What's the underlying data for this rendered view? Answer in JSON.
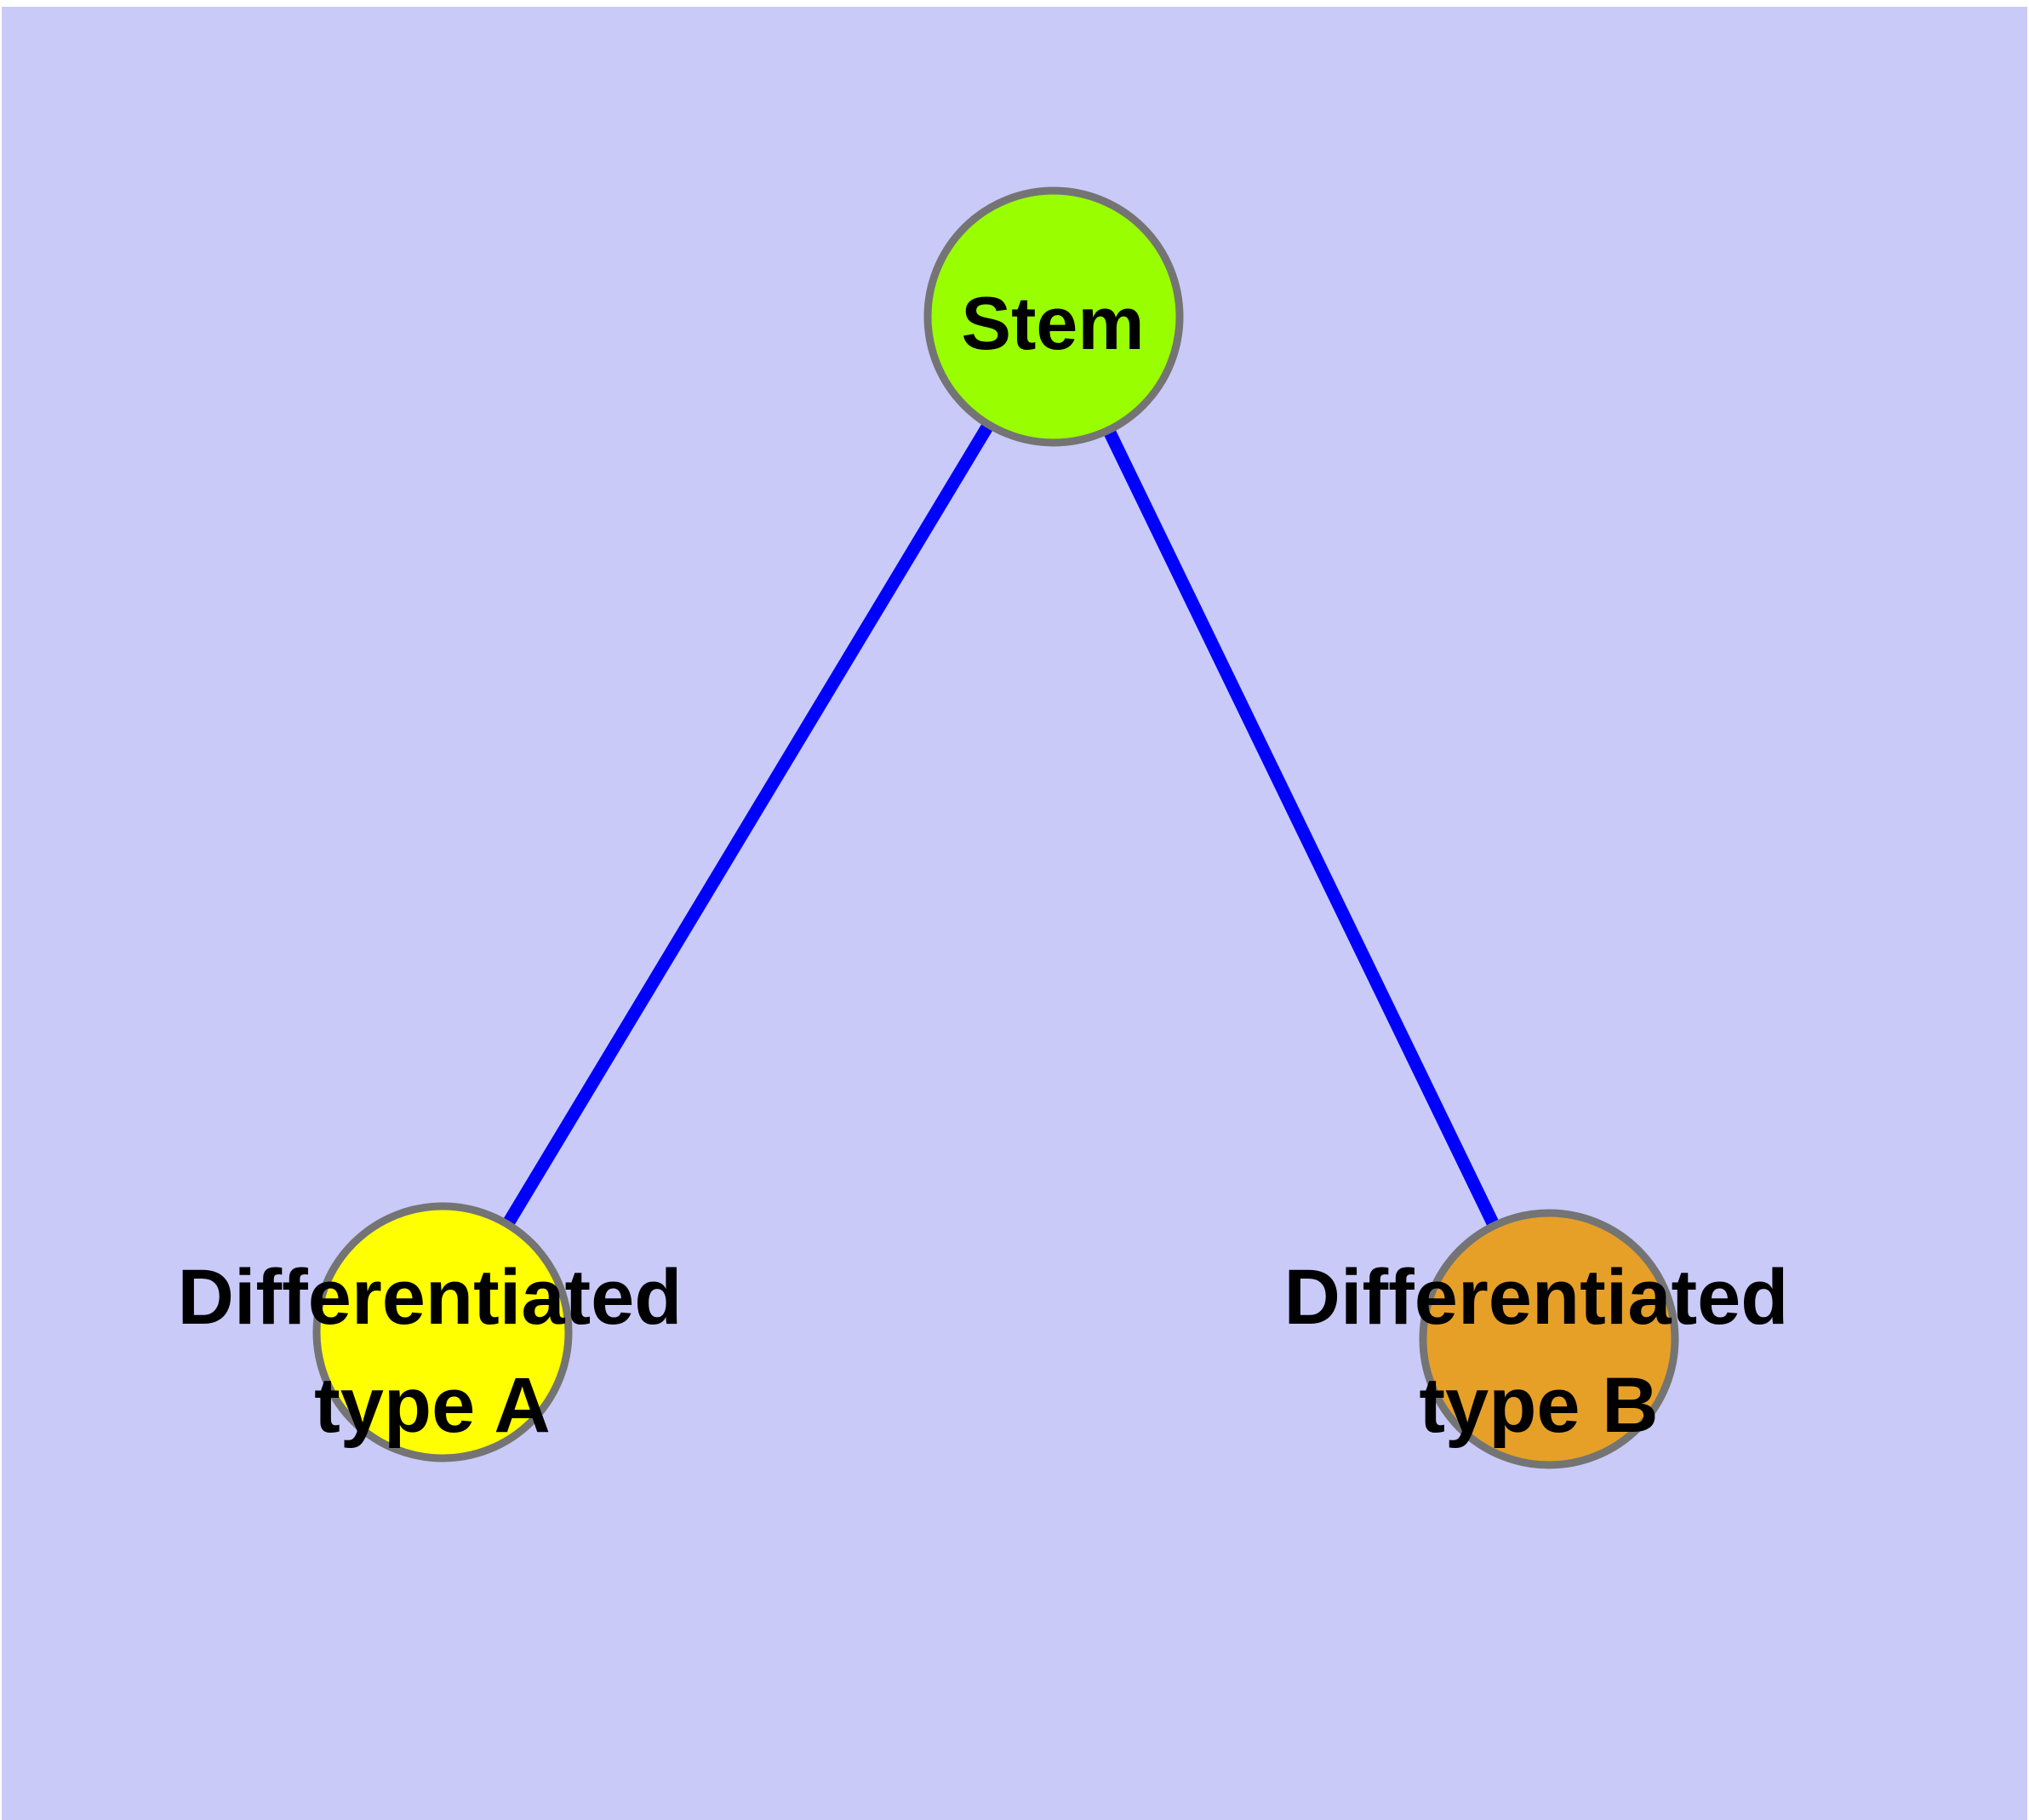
{
  "figure": {
    "title": "",
    "background_color": "#CACAF8",
    "margin_color": "#FFFFFF",
    "edge_color": "#0000FF",
    "node_border_color": "#747474",
    "label_color": "#000000"
  },
  "nodes": {
    "stem": {
      "label": "Stem",
      "fill": "#99FF00"
    },
    "type_a": {
      "label_line1": "Differentiated",
      "label_line2": "type A",
      "label_full": "Differentiated type A",
      "fill": "#FFFF00"
    },
    "type_b": {
      "label_line1": "Differentiated",
      "label_line2": "type B",
      "label_full": "Differentiated type B",
      "fill": "#E6A028"
    }
  },
  "edges": [
    {
      "from": "Stem",
      "to": "Differentiated type A"
    },
    {
      "from": "Stem",
      "to": "Differentiated type B"
    }
  ]
}
